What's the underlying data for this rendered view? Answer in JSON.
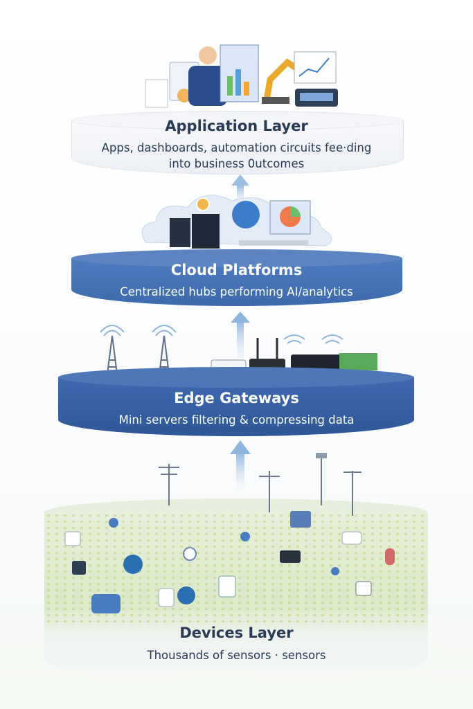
{
  "layers": [
    {
      "id": "app",
      "title": "Application Layer",
      "line1": "Apps, dashboards, automation circuits fee·ding",
      "line2": "into business 0utcomes"
    },
    {
      "id": "cloud",
      "title": "Cloud Platforms",
      "line1": "Centralized hubs performing AI/analytics"
    },
    {
      "id": "edge",
      "title": "Edge Gateways",
      "line1": "Mini servers filtering & compressing data"
    },
    {
      "id": "devices",
      "title": "Devices Layer",
      "line1": "Thousands of sensors · sensors"
    }
  ],
  "colors": {
    "dark_text": "#283a55",
    "cloud_blue": "#4f7cc0",
    "edge_blue": "#3f6ab0",
    "device_green": "#dce9cb"
  }
}
